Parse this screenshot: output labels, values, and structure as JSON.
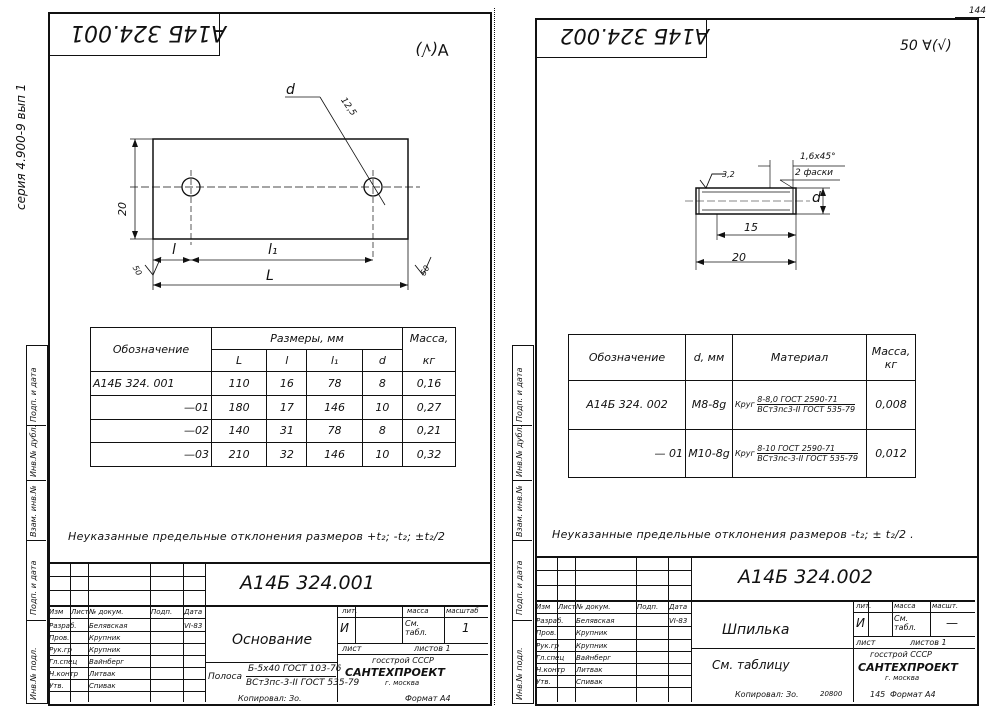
{
  "page_number": "144",
  "left_sheet": {
    "series": "серия 4.900-9 вып 1",
    "code": "А14Б 324.001",
    "roughness_note": "∀(√)",
    "drawing": {
      "dim_d": "d",
      "dim_chamfer": "12,5",
      "dim_height": "20",
      "dim_l": "l",
      "dim_l1": "l₁",
      "dim_L": "L",
      "roughness_side": "50"
    },
    "table": {
      "header_designation": "Обозначение",
      "header_dims": "Размеры, мм",
      "header_mass": "Масса,",
      "header_mass_unit": "кг",
      "col_L": "L",
      "col_l": "l",
      "col_l1": "l₁",
      "col_d": "d",
      "rows": [
        {
          "designation": "А14Б 324. 001",
          "L": "110",
          "l": "16",
          "l1": "78",
          "d": "8",
          "mass": "0,16"
        },
        {
          "designation": "—01",
          "L": "180",
          "l": "17",
          "l1": "146",
          "d": "10",
          "mass": "0,27"
        },
        {
          "designation": "—02",
          "L": "140",
          "l": "31",
          "l1": "78",
          "d": "8",
          "mass": "0,21"
        },
        {
          "designation": "—03",
          "L": "210",
          "l": "32",
          "l1": "146",
          "d": "10",
          "mass": "0,32"
        }
      ]
    },
    "note": "Неуказанные предельные отклонения размеров +t₂; -t₂; ±t₂/2",
    "stamp": {
      "doc_code": "А14Б 324.001",
      "title": "Основание",
      "material_prefix": "Полоса",
      "material_top": "Б-5х40 ГОСТ 103-76",
      "material_bottom": "ВСт3пс-3-II ГОСТ 535-79",
      "lit": "лит.",
      "mass_label": "масса",
      "scale_label": "масштаб",
      "lit_value": "И",
      "mass_value": "См. табл.",
      "scale_value": "1",
      "sheet_label": "лист",
      "sheets_label": "листов 1",
      "org_line1": "госстрой СССР",
      "org_line2": "САНТЕХПРОЕКТ",
      "org_line3": "г. москва",
      "header_row": [
        "Изм",
        "Лист",
        "№ докум.",
        "Подп.",
        "Дата"
      ],
      "signers": [
        {
          "role": "Разраб.",
          "name": "Белявская",
          "date": "VI-83"
        },
        {
          "role": "Пров.",
          "name": "Крупник",
          "date": ""
        },
        {
          "role": "Рук.гр",
          "name": "Крупник",
          "date": ""
        },
        {
          "role": "Гл.спец",
          "name": "Вайнберг",
          "date": ""
        },
        {
          "role": "Н.контр",
          "name": "Литвак",
          "date": ""
        },
        {
          "role": "Утв.",
          "name": "Спивак",
          "date": ""
        }
      ],
      "copied": "Копировал: Зо.",
      "format": "Формат А4"
    },
    "side_stamps": [
      "Инв.№ подл.",
      "Подп. и дата",
      "Взам. инв.№",
      "Инв.№ дубл.",
      "Подп. и дата"
    ]
  },
  "right_sheet": {
    "code": "А14Б 324.002",
    "roughness_note": "50 ∀(√)",
    "drawing": {
      "dim_chamfer": "1,6х45°",
      "dim_chamfers_count": "2 фаски",
      "dim_roughness": "3,2",
      "dim_d": "d",
      "dim_15": "15",
      "dim_20": "20"
    },
    "table": {
      "header_designation": "Обозначение",
      "header_d": "d, мм",
      "header_material": "Материал",
      "header_mass": "Масса,",
      "header_mass_unit": "кг",
      "rows": [
        {
          "designation": "А14Б 324. 002",
          "d": "М8-8g",
          "mat_prefix": "Круг",
          "mat_top": "8-8,0 ГОСТ 2590-71",
          "mat_bottom": "ВСт3пс3-II ГОСТ 535-79",
          "mass": "0,008"
        },
        {
          "designation": "— 01",
          "d": "М10-8g",
          "mat_prefix": "Круг",
          "mat_top": "8-10 ГОСТ 2590-71",
          "mat_bottom": "ВСт3пс-3-II ГОСТ 535-79",
          "mass": "0,012"
        }
      ]
    },
    "note": "Неуказанные предельные отклонения размеров -t₂; ± t₂/2 .",
    "stamp": {
      "doc_code": "А14Б 324.002",
      "title": "Шпилька",
      "material": "См. таблицу",
      "lit": "лит.",
      "mass_label": "масса",
      "scale_label": "масшт.",
      "lit_value": "И",
      "mass_value": "См. табл.",
      "scale_value": "—",
      "sheet_label": "лист",
      "sheets_label": "листов 1",
      "org_line1": "госстрой СССР",
      "org_line2": "САНТЕХПРОЕКТ",
      "org_line3": "г. москва",
      "header_row": [
        "Изм",
        "Лист",
        "№ докум.",
        "Подп.",
        "Дата"
      ],
      "signers": [
        {
          "role": "Разраб.",
          "name": "Белявская",
          "date": "VI-83"
        },
        {
          "role": "Пров.",
          "name": "Крупник",
          "date": ""
        },
        {
          "role": "Рук.гр",
          "name": "Крупник",
          "date": ""
        },
        {
          "role": "Гл.спец",
          "name": "Вайнберг",
          "date": ""
        },
        {
          "role": "Н.контр",
          "name": "Литвак",
          "date": ""
        },
        {
          "role": "Утв.",
          "name": "Спивак",
          "date": ""
        }
      ],
      "copied": "Копировал: Зо.",
      "stock": "20800",
      "order": "145",
      "format": "Формат А4"
    },
    "side_stamps": [
      "Инв.№ подл.",
      "Подп. и дата",
      "Взам. инв.№",
      "Инв.№ дубл.",
      "Подп. и дата"
    ]
  }
}
